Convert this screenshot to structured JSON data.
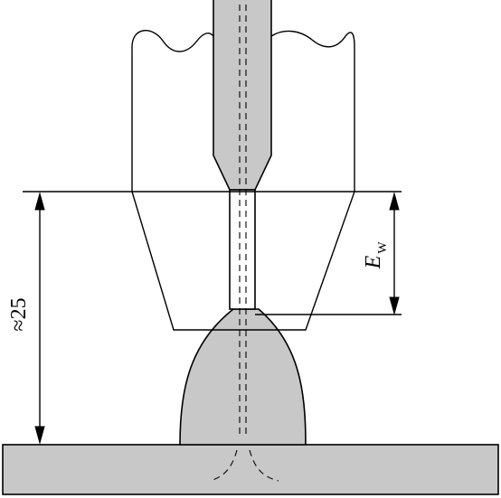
{
  "labels": {
    "length_symbol": "E",
    "length_subscript": "W",
    "distance": "≈25"
  },
  "colors": {
    "metal_fill": "#c8c8c8",
    "line": "#000000",
    "background": "#ffffff"
  }
}
